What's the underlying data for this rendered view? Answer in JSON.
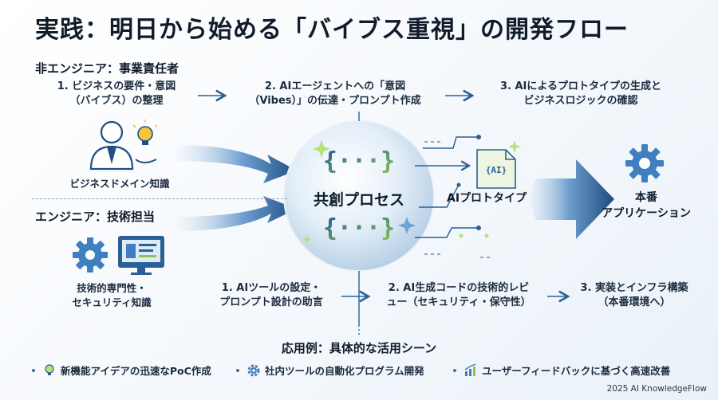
{
  "title": "実践：明日から始める「バイブス重視」の開発フロー",
  "non_engineer": {
    "label": "非エンジニア：事業責任者",
    "steps": [
      {
        "line1": "1. ビジネスの要件・意図",
        "line2": "（バイブス）の整理"
      },
      {
        "line1": "2. AIエージェントへの「意図",
        "line2": "（Vibes）」の伝達・プロンプト作成"
      },
      {
        "line1": "3. AIによるプロトタイプの生成と",
        "line2": "ビジネスロジックの確認"
      }
    ],
    "caption": "ビジネスドメイン知識"
  },
  "engineer": {
    "label": "エンジニア：技術担当",
    "caption_line1": "技術的専門性・",
    "caption_line2": "セキュリティ知識",
    "steps": [
      {
        "line1": "1. AIツールの設定・",
        "line2": "プロンプト設計の助言"
      },
      {
        "line1": "2. AI生成コードの技術的レビ",
        "line2": "ュー（セキュリティ・保守性）"
      },
      {
        "line1": "3. 実装とインフラ構築",
        "line2": "（本番環境へ）"
      }
    ]
  },
  "center": {
    "label": "共創プロセス",
    "code_glyph": "{ ··· }"
  },
  "ai_prototype": {
    "label": "AIプロトタイプ",
    "doc_text": "{AI}"
  },
  "application": {
    "line1": "本番",
    "line2": "アプリケーション"
  },
  "use_cases": {
    "title": "応用例：具体的な活用シーン",
    "items": [
      {
        "icon": "lightbulb-icon",
        "label": "新機能アイデアの迅速なPoC作成"
      },
      {
        "icon": "gear-icon",
        "label": "社内ツールの自動化プログラム開発"
      },
      {
        "icon": "chart-icon",
        "label": "ユーザーフィードバックに基づく高速改善"
      }
    ]
  },
  "credit": "2025 AI KnowledgeFlow",
  "colors": {
    "accent": "#2a5f95",
    "accent_light": "#5f9fd4",
    "arrow_dark": "#1f4f85",
    "text": "#111c2a",
    "green_highlight": "#b9e07a"
  }
}
